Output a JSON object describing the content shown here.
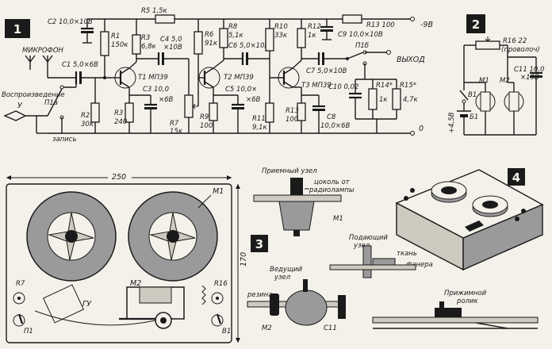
{
  "panels": {
    "p1": "1",
    "p2": "2",
    "p3": "3",
    "p4": "4"
  },
  "schematic": {
    "c2": "C2 10,0×10В",
    "r5": "R5 1,5к",
    "r13": "R13 100",
    "minus9": "-9В",
    "mic": "МИКРОФОН",
    "c1": "C1 5,0×6В",
    "r1": "R1",
    "r1v": "150к",
    "r3": "R3",
    "r3v": "6,8к",
    "c4": "C4 5,0",
    "c4v": "×10В",
    "r6": "R6",
    "r6v": "91к",
    "r8": "R8",
    "r8v": "5,1к",
    "c6": "C6 5,0×10В",
    "r10": "R10",
    "r10v": "33к",
    "r12": "R12",
    "r12v": "1к",
    "c9": "C9 10,0×10В",
    "t1": "T1 МП39",
    "t2": "T2 МП39",
    "t3": "T3 МП39",
    "c3": "C3 10,0",
    "c3v": "×6В",
    "c5": "C5 10,0×",
    "c5v": "×6В",
    "c7": "C7 5,0×10В",
    "p16": "П1б",
    "out": "ВЫХОД",
    "playback": "Воспроизведение",
    "p1a": "П1а",
    "y": "У",
    "record": "запись",
    "r2": "R2",
    "r2v": "30к",
    "r3b": "R3",
    "r3bv": "240",
    "r7": "R7",
    "r7v": "15к",
    "r9": "R9",
    "r9v": "100",
    "r11": "R11",
    "r11v": "9,1к",
    "r13b": "R13",
    "r13bv": "100",
    "c10": "C10 0,02",
    "r14": "R14*",
    "r14v": "1к",
    "r15": "R15*",
    "r15v": "4,7к",
    "c8": "C8",
    "c8v": "10,0×6В",
    "zero": "0"
  },
  "motor": {
    "r16": "R16 22",
    "r16s": "(проволоч)",
    "c11": "C11 10,0",
    "c11v": "×10В",
    "m1": "M1",
    "m2": "M2",
    "v1": "В1",
    "b1": "Б1",
    "plus": "+4,5В"
  },
  "layout": {
    "w250": "250",
    "h170": "170",
    "m1": "M1",
    "m2": "M2",
    "gu": "ГУ",
    "r7": "R7",
    "r16": "R16",
    "p1": "П1",
    "v1": "В1"
  },
  "assembly": {
    "takeup": "Приемный узел",
    "base": "цоколь от",
    "base2": "радиолампы",
    "m1": "M1",
    "feed": "Подающий",
    "feed2": "узел",
    "cloth": "ткань",
    "plywood": "фанера",
    "drive": "Ведущий",
    "drive2": "узел",
    "rubber": "резина",
    "m2": "M2",
    "c11": "C11",
    "pinch": "Прижимной",
    "pinch2": "ролик"
  }
}
